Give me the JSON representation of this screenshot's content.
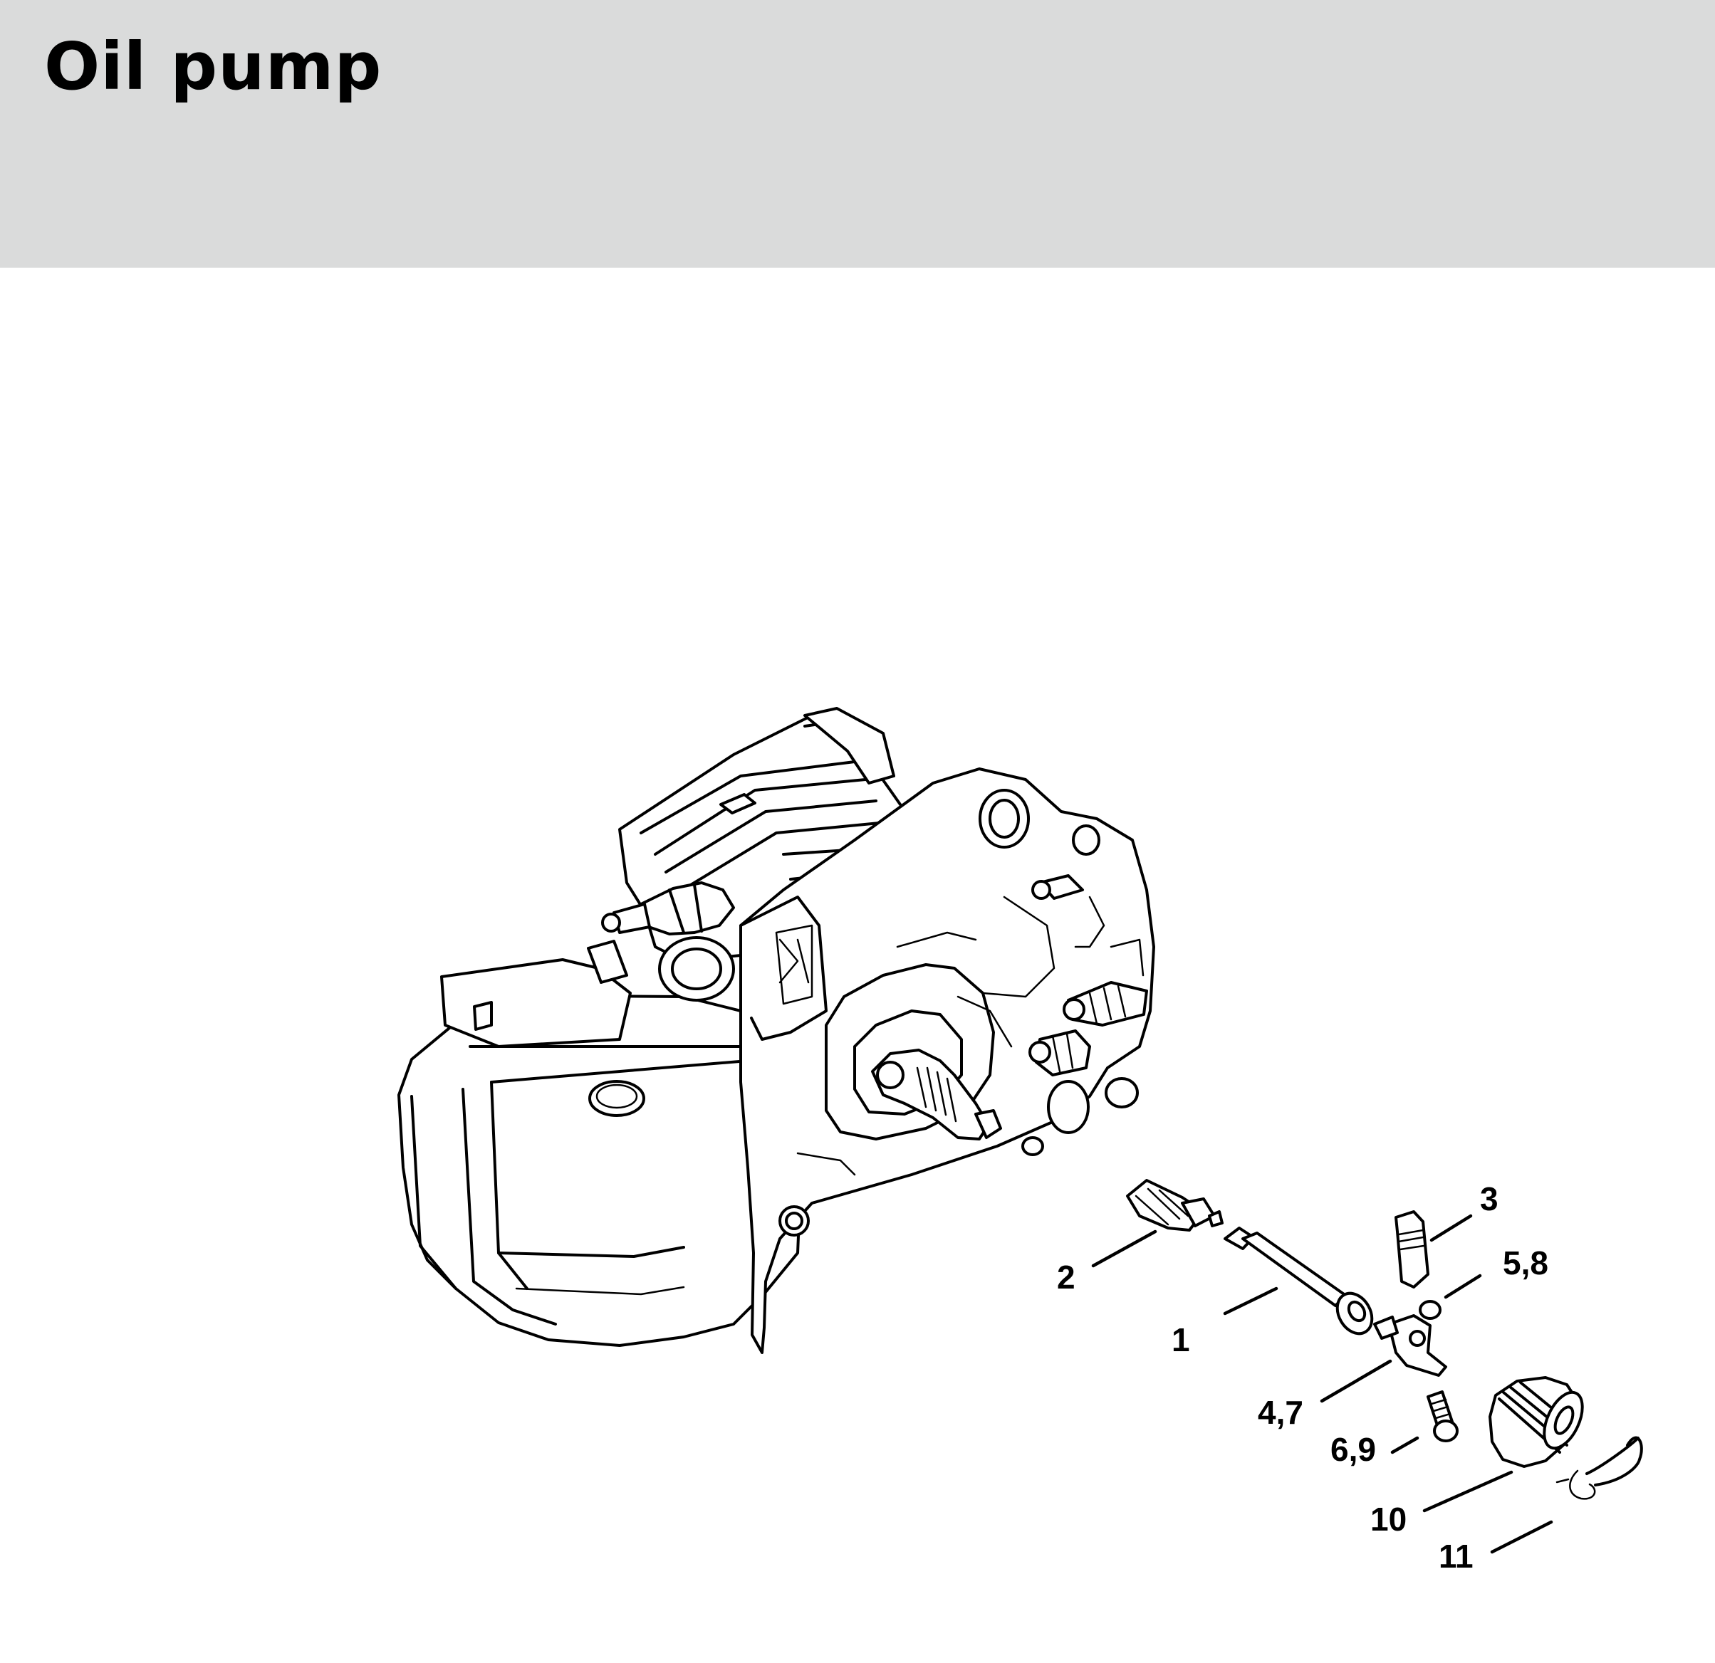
{
  "header": {
    "title": "Oil pump",
    "background_color": "#dadbdb"
  },
  "diagram": {
    "callouts": [
      {
        "id": "c1",
        "label": "1"
      },
      {
        "id": "c2",
        "label": "2"
      },
      {
        "id": "c3",
        "label": "3"
      },
      {
        "id": "c58",
        "label": "5,8"
      },
      {
        "id": "c47",
        "label": "4,7"
      },
      {
        "id": "c69",
        "label": "6,9"
      },
      {
        "id": "c10",
        "label": "10"
      },
      {
        "id": "c11",
        "label": "11"
      }
    ]
  }
}
